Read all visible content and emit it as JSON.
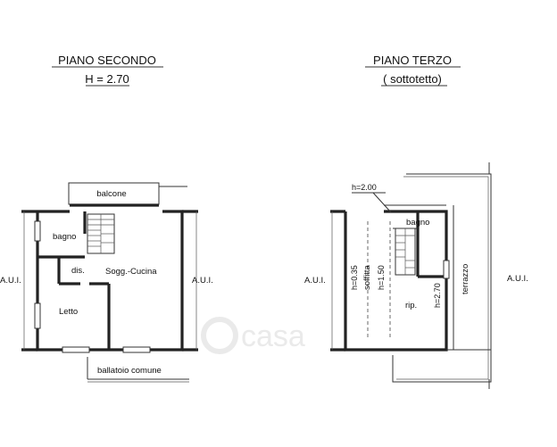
{
  "left_plan": {
    "title": "PIANO SECONDO",
    "subtitle": "H = 2.70",
    "rooms": {
      "balcone": "balcone",
      "bagno": "bagno",
      "dis": "dis.",
      "soggiorno": "Sogg.-Cucina",
      "letto": "Letto",
      "ballatoio": "ballatoio comune"
    },
    "aui_left": "A.U.I.",
    "aui_right": "A.U.I."
  },
  "right_plan": {
    "title": "PIANO TERZO",
    "subtitle": "( sottotetto)",
    "rooms": {
      "bagno": "bagno",
      "soffitta": "soffitta",
      "rip": "rip.",
      "terrazzo": "terrazzo"
    },
    "heights": {
      "h200": "h=2.00",
      "h035": "h=0.35",
      "h150": "h=1.50",
      "h270": "h=2.70"
    },
    "aui_left": "A.U.I.",
    "aui_right": "A.U.I."
  },
  "watermark": "casa"
}
